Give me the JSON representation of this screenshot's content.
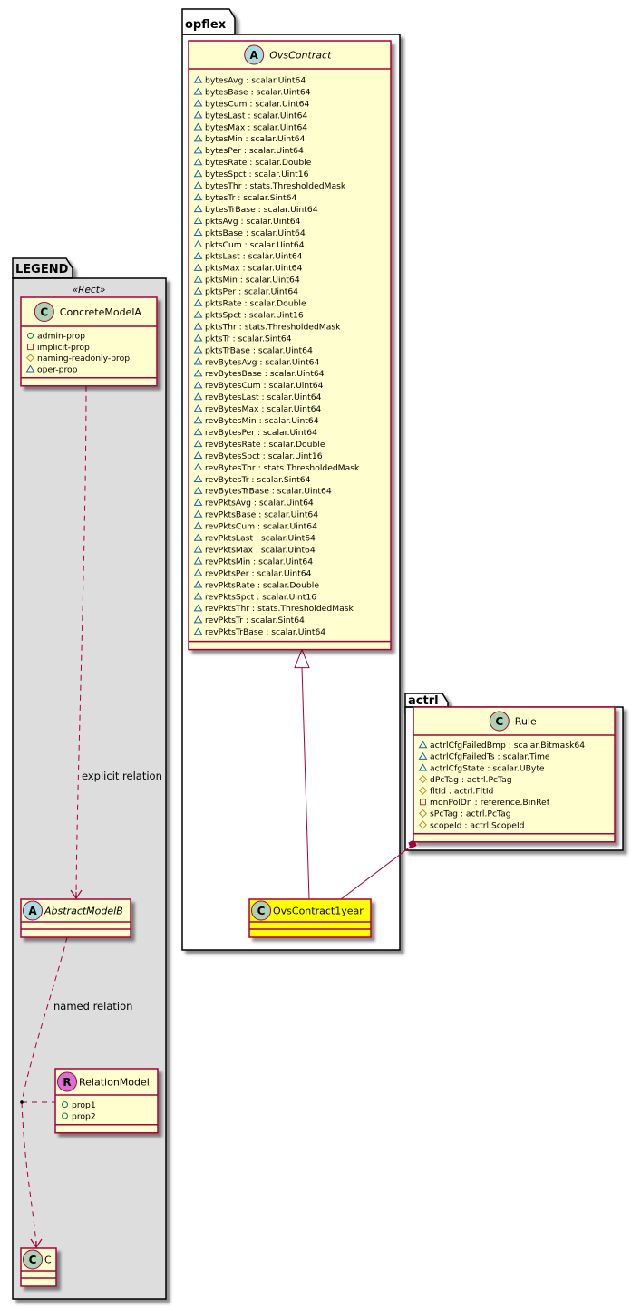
{
  "colors": {
    "class_fill": "#FEFECE",
    "class_border": "#A80036",
    "highlight_fill": "#FFFF00",
    "legend_bg": "#DDDDDD",
    "class_circle": "#ADD1B2",
    "abstract_circle": "#A9DCDF",
    "relation_circle": "#DA70D6",
    "public_icon": "#038048",
    "private_icon": "#C82930",
    "protected_icon": "#B38D22",
    "package_icon": "#1963A0"
  },
  "packages": {
    "legend": {
      "name": "LEGEND",
      "stereotype": "«Rect»"
    },
    "opflex": {
      "name": "opflex"
    },
    "actrl": {
      "name": "actrl"
    }
  },
  "classes": {
    "concrete_model_a": {
      "kind": "C",
      "name": "ConcreteModelA",
      "italic": false,
      "attrs": [
        {
          "vis": "public",
          "text": "admin-prop"
        },
        {
          "vis": "private",
          "text": "implicit-prop"
        },
        {
          "vis": "protected",
          "text": "naming-readonly-prop"
        },
        {
          "vis": "package",
          "text": "oper-prop"
        }
      ]
    },
    "abstract_model_b": {
      "kind": "A",
      "name": "AbstractModelB",
      "italic": true,
      "attrs": []
    },
    "relation_model": {
      "kind": "R",
      "name": "RelationModel",
      "italic": false,
      "attrs": [
        {
          "vis": "public",
          "text": "prop1"
        },
        {
          "vis": "public",
          "text": "prop2"
        }
      ]
    },
    "c": {
      "kind": "C",
      "name": "C",
      "italic": false,
      "attrs": []
    },
    "ovs_contract": {
      "kind": "A",
      "name": "OvsContract",
      "italic": true,
      "attrs": [
        {
          "vis": "package",
          "text": "bytesAvg : scalar.Uint64"
        },
        {
          "vis": "package",
          "text": "bytesBase : scalar.Uint64"
        },
        {
          "vis": "package",
          "text": "bytesCum : scalar.Uint64"
        },
        {
          "vis": "package",
          "text": "bytesLast : scalar.Uint64"
        },
        {
          "vis": "package",
          "text": "bytesMax : scalar.Uint64"
        },
        {
          "vis": "package",
          "text": "bytesMin : scalar.Uint64"
        },
        {
          "vis": "package",
          "text": "bytesPer : scalar.Uint64"
        },
        {
          "vis": "package",
          "text": "bytesRate : scalar.Double"
        },
        {
          "vis": "package",
          "text": "bytesSpct : scalar.Uint16"
        },
        {
          "vis": "package",
          "text": "bytesThr : stats.ThresholdedMask"
        },
        {
          "vis": "package",
          "text": "bytesTr : scalar.Sint64"
        },
        {
          "vis": "package",
          "text": "bytesTrBase : scalar.Uint64"
        },
        {
          "vis": "package",
          "text": "pktsAvg : scalar.Uint64"
        },
        {
          "vis": "package",
          "text": "pktsBase : scalar.Uint64"
        },
        {
          "vis": "package",
          "text": "pktsCum : scalar.Uint64"
        },
        {
          "vis": "package",
          "text": "pktsLast : scalar.Uint64"
        },
        {
          "vis": "package",
          "text": "pktsMax : scalar.Uint64"
        },
        {
          "vis": "package",
          "text": "pktsMin : scalar.Uint64"
        },
        {
          "vis": "package",
          "text": "pktsPer : scalar.Uint64"
        },
        {
          "vis": "package",
          "text": "pktsRate : scalar.Double"
        },
        {
          "vis": "package",
          "text": "pktsSpct : scalar.Uint16"
        },
        {
          "vis": "package",
          "text": "pktsThr : stats.ThresholdedMask"
        },
        {
          "vis": "package",
          "text": "pktsTr : scalar.Sint64"
        },
        {
          "vis": "package",
          "text": "pktsTrBase : scalar.Uint64"
        },
        {
          "vis": "package",
          "text": "revBytesAvg : scalar.Uint64"
        },
        {
          "vis": "package",
          "text": "revBytesBase : scalar.Uint64"
        },
        {
          "vis": "package",
          "text": "revBytesCum : scalar.Uint64"
        },
        {
          "vis": "package",
          "text": "revBytesLast : scalar.Uint64"
        },
        {
          "vis": "package",
          "text": "revBytesMax : scalar.Uint64"
        },
        {
          "vis": "package",
          "text": "revBytesMin : scalar.Uint64"
        },
        {
          "vis": "package",
          "text": "revBytesPer : scalar.Uint64"
        },
        {
          "vis": "package",
          "text": "revBytesRate : scalar.Double"
        },
        {
          "vis": "package",
          "text": "revBytesSpct : scalar.Uint16"
        },
        {
          "vis": "package",
          "text": "revBytesThr : stats.ThresholdedMask"
        },
        {
          "vis": "package",
          "text": "revBytesTr : scalar.Sint64"
        },
        {
          "vis": "package",
          "text": "revBytesTrBase : scalar.Uint64"
        },
        {
          "vis": "package",
          "text": "revPktsAvg : scalar.Uint64"
        },
        {
          "vis": "package",
          "text": "revPktsBase : scalar.Uint64"
        },
        {
          "vis": "package",
          "text": "revPktsCum : scalar.Uint64"
        },
        {
          "vis": "package",
          "text": "revPktsLast : scalar.Uint64"
        },
        {
          "vis": "package",
          "text": "revPktsMax : scalar.Uint64"
        },
        {
          "vis": "package",
          "text": "revPktsMin : scalar.Uint64"
        },
        {
          "vis": "package",
          "text": "revPktsPer : scalar.Uint64"
        },
        {
          "vis": "package",
          "text": "revPktsRate : scalar.Double"
        },
        {
          "vis": "package",
          "text": "revPktsSpct : scalar.Uint16"
        },
        {
          "vis": "package",
          "text": "revPktsThr : stats.ThresholdedMask"
        },
        {
          "vis": "package",
          "text": "revPktsTr : scalar.Sint64"
        },
        {
          "vis": "package",
          "text": "revPktsTrBase : scalar.Uint64"
        }
      ]
    },
    "ovs_contract_1year": {
      "kind": "C",
      "name": "OvsContract1year",
      "italic": false,
      "highlight": true,
      "attrs": []
    },
    "rule": {
      "kind": "C",
      "name": "Rule",
      "italic": false,
      "attrs": [
        {
          "vis": "package",
          "text": "actrlCfgFailedBmp : scalar.Bitmask64"
        },
        {
          "vis": "package",
          "text": "actrlCfgFailedTs : scalar.Time"
        },
        {
          "vis": "package",
          "text": "actrlCfgState : scalar.UByte"
        },
        {
          "vis": "protected",
          "text": "dPcTag : actrl.PcTag"
        },
        {
          "vis": "protected",
          "text": "fltId : actrl.FltId"
        },
        {
          "vis": "private",
          "text": "monPolDn : reference.BinRef"
        },
        {
          "vis": "protected",
          "text": "sPcTag : actrl.PcTag"
        },
        {
          "vis": "protected",
          "text": "scopeId : actrl.ScopeId"
        }
      ]
    }
  },
  "relations": {
    "explicit": {
      "label": "explicit relation",
      "from": "ConcreteModelA",
      "to": "AbstractModelB",
      "type": "dependency"
    },
    "named": {
      "label": "named relation",
      "from": "AbstractModelB",
      "to": "C",
      "via": "RelationModel",
      "type": "association-class"
    },
    "inheritance": {
      "label": "",
      "from": "OvsContract1year",
      "to": "OvsContract",
      "type": "generalization"
    },
    "composition": {
      "label": "",
      "from": "Rule",
      "to": "OvsContract1year",
      "type": "composition"
    }
  }
}
